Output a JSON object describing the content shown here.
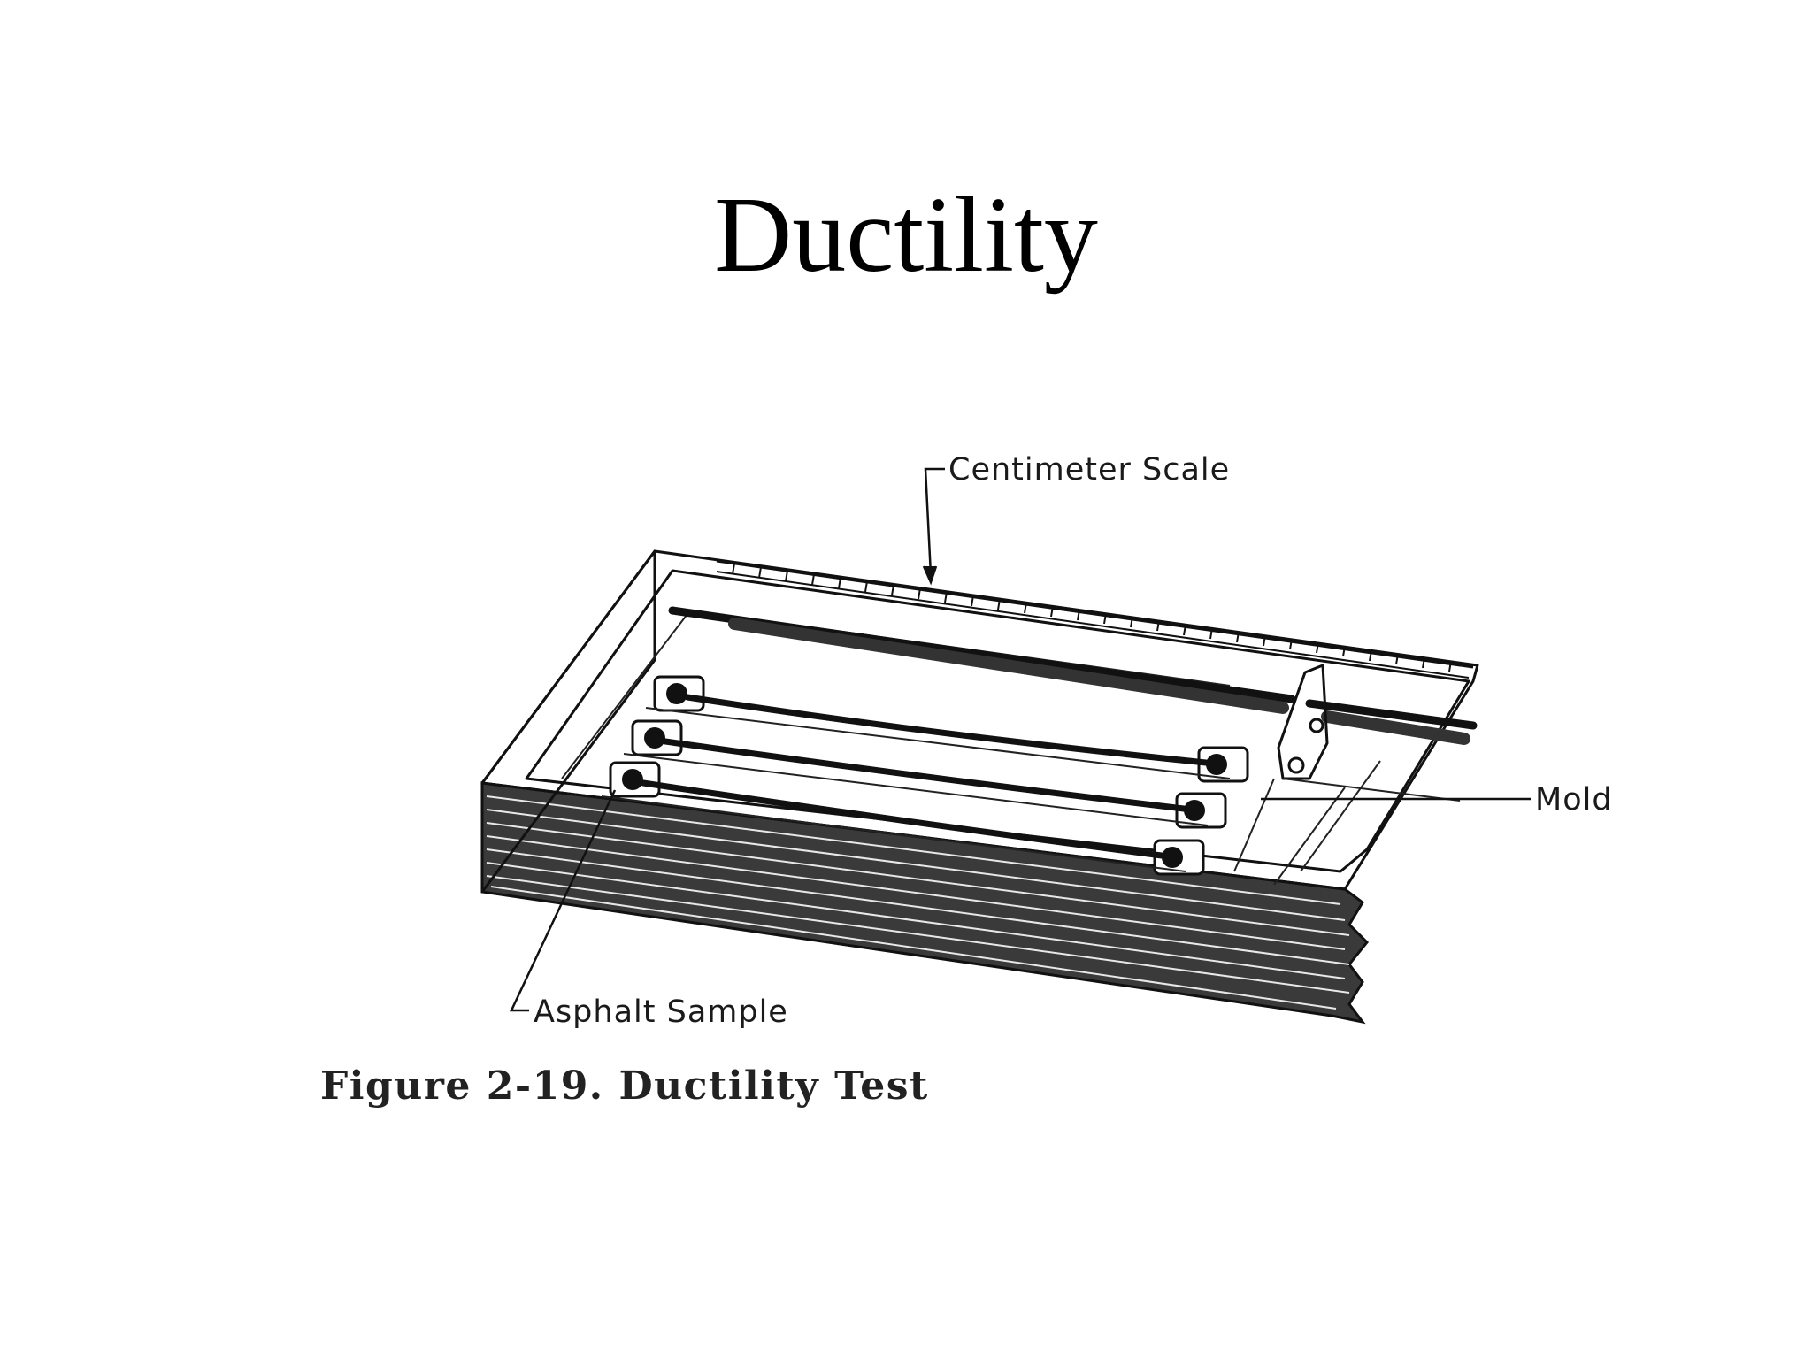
{
  "slide": {
    "title": "Ductility"
  },
  "figure": {
    "labels": {
      "centimeter_scale": "Centimeter Scale",
      "mold": "Mold",
      "asphalt_sample": "Asphalt Sample"
    },
    "caption": "Figure 2-19. Ductility Test"
  }
}
